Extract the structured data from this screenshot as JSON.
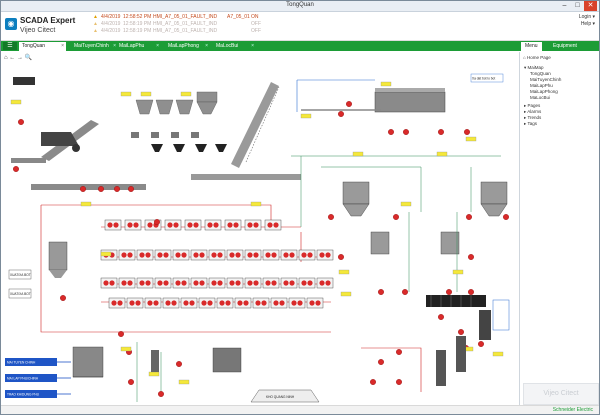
{
  "window": {
    "title": "TongQuan"
  },
  "header": {
    "logo_line1": "SCADA Expert",
    "logo_line2": "Vijeo Citect",
    "right_line1": "Login  ▾",
    "right_line2": "Help  ▾"
  },
  "alarms": [
    {
      "date": "4/4/2019",
      "time": "12:58:52 PM",
      "tag": "HMI_A7_05_01_FAULT_IND",
      "code": "A7_05_01",
      "state": "ON"
    },
    {
      "date": "4/4/2019",
      "time": "12:58:19 PM",
      "tag": "HMI_A7_05_01_FAULT_IND",
      "code": "",
      "state": "OFF"
    },
    {
      "date": "4/4/2019",
      "time": "12:58:19 PM",
      "tag": "HMI_A7_05_01_FAULT_IND",
      "code": "",
      "state": "OFF"
    }
  ],
  "tabs": [
    {
      "label": "TongQuan",
      "active": true
    },
    {
      "label": "MaiTuyenChinh",
      "active": false
    },
    {
      "label": "MaiLapPhu",
      "active": false
    },
    {
      "label": "MaiLapPhong",
      "active": false
    },
    {
      "label": "MaLocBui",
      "active": false
    }
  ],
  "side_tabs": [
    {
      "label": "Menu",
      "active": true
    },
    {
      "label": "Equipment",
      "active": false
    }
  ],
  "sidebar": {
    "home": "Home Page",
    "tree": [
      {
        "label": "MaiMap",
        "level": 0
      },
      {
        "label": "TongQuan",
        "level": 1
      },
      {
        "label": "MaiTuyenChinh",
        "level": 1
      },
      {
        "label": "MaiLapPhu",
        "level": 1
      },
      {
        "label": "MaiLapPhong",
        "level": 1
      },
      {
        "label": "MaLocBui",
        "level": 1
      },
      {
        "label": "Pages",
        "level": 0
      },
      {
        "label": "Alarms",
        "level": 0
      },
      {
        "label": "Trends",
        "level": 0
      },
      {
        "label": "Tags",
        "level": 0
      }
    ],
    "placeholder": "Vijeo Citect"
  },
  "canvas": {
    "buttons": [
      "XUAT/XA BOT",
      "XUAT/XA BOT"
    ],
    "blue_panels": [
      "MAI TUYEN CHINH",
      "MAI LAP PHU/CHINH",
      "TRAO KH/DUNG PHU"
    ],
    "bottom_label": "KHO QUANG NINH",
    "right_label": "Xa dat bot lo bot"
  },
  "status": {
    "brand": "Schneider Electric"
  },
  "colors": {
    "accent": "#1c9c36",
    "alarm": "#c54b1e",
    "brand_blue": "#0d7fbf"
  }
}
